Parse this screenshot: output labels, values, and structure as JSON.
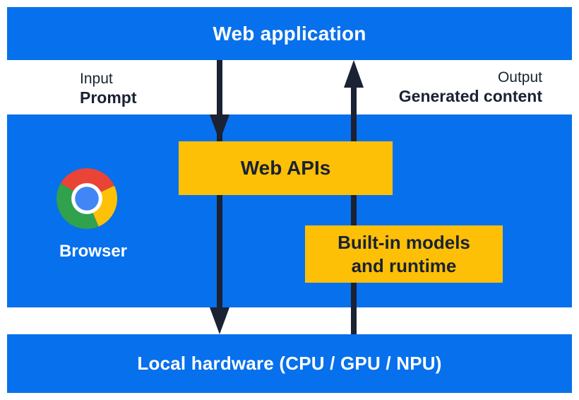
{
  "colors": {
    "blue": "#0770EC",
    "yellow": "#FDC006",
    "dark_navy": "#1A2233",
    "white": "#FFFFFF",
    "chrome_red": "#E94436",
    "chrome_green": "#30A24D",
    "chrome_yellow": "#FDC107",
    "chrome_blue": "#4285F4"
  },
  "top_bar": {
    "label": "Web application"
  },
  "flow_labels": {
    "input_caption": "Input",
    "input_value": "Prompt",
    "output_caption": "Output",
    "output_value": "Generated content"
  },
  "browser": {
    "label": "Browser",
    "logo_icon": "chrome-logo"
  },
  "boxes": {
    "web_apis": "Web APIs",
    "builtin_line1": "Built-in models",
    "builtin_line2": "and runtime"
  },
  "bottom_bar": {
    "label": "Local hardware (CPU / GPU / NPU)"
  }
}
